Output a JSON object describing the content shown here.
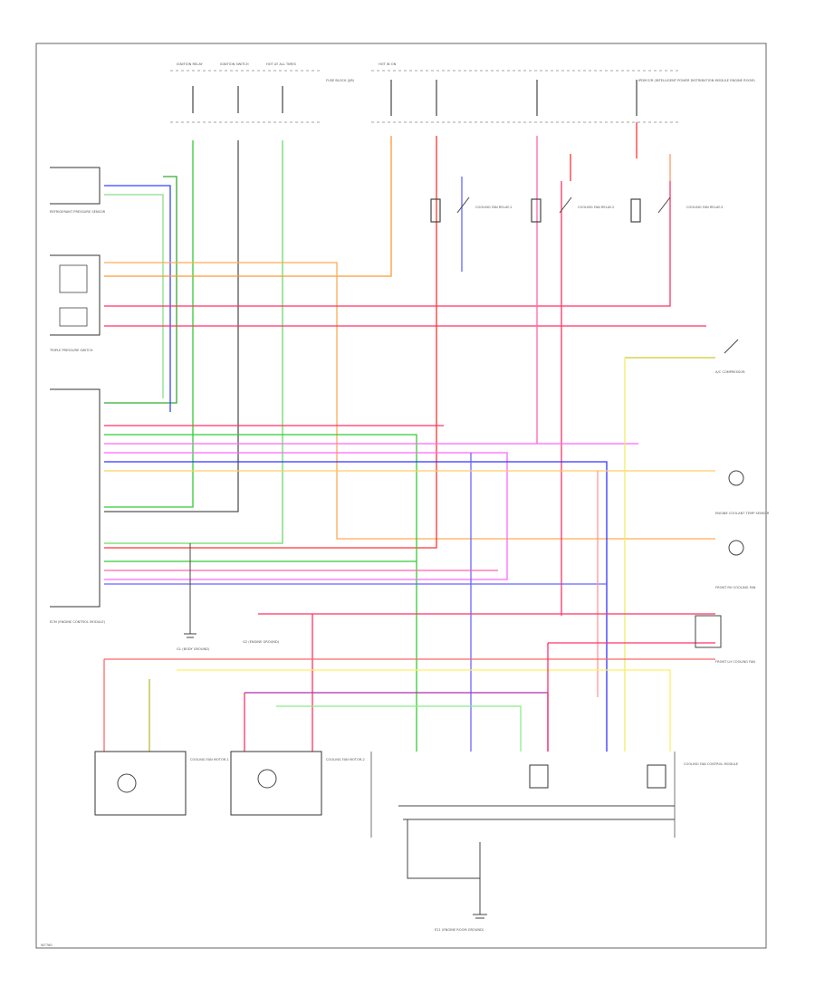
{
  "diagram": {
    "figure_code": "W7760",
    "fuses": [
      {
        "title": "IGNITION RELAY",
        "id": "fuse-ign-relay"
      },
      {
        "title": "IGNITION SWITCH",
        "id": "fuse-ign-switch"
      },
      {
        "title": "HOT AT ALL TIMES",
        "id": "fuse-hot-all"
      },
      {
        "title": "HOT IN ON",
        "id": "fuse-hot-on"
      }
    ],
    "fuse_box_label": "FUSE BLOCK (J/B)",
    "ipdm_label": "IPDM E/R (INTELLIGENT POWER DISTRIBUTION MODULE ENGINE ROOM)",
    "relays": [
      "COOLING FAN RELAY-1",
      "COOLING FAN RELAY-2",
      "COOLING FAN RELAY-3"
    ],
    "left_components": [
      "REFRIGERANT PRESSURE SENSOR",
      "TRIPLE PRESSURE SWITCH",
      "ECM (ENGINE CONTROL MODULE)"
    ],
    "right_components": [
      "A/C COMPRESSOR",
      "ENGINE COOLANT TEMP SENSOR",
      "FRONT RH COOLING FAN",
      "FRONT LH COOLING FAN"
    ],
    "bottom_components": [
      "COOLING FAN MOTOR-1",
      "COOLING FAN MOTOR-2",
      "COOLING FAN CONTROL MODULE"
    ],
    "grounds": [
      "G1 (BODY GROUND)",
      "G2 (ENGINE GROUND)",
      "E21 (ENGINE ROOM GROUND)"
    ]
  }
}
